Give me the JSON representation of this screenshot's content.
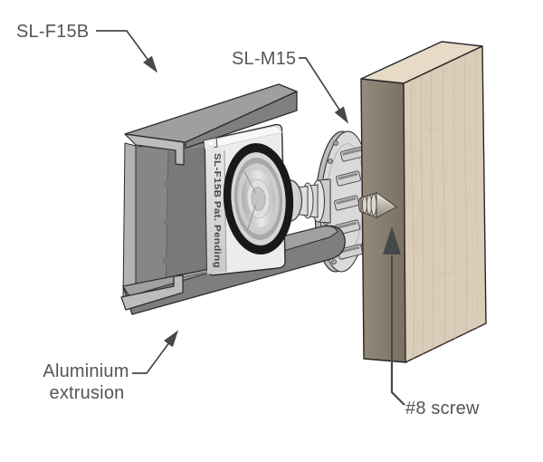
{
  "labels": {
    "f15b": "SL-F15B",
    "m15": "SL-M15",
    "extrusion_line1": "Aluminium",
    "extrusion_line2": "extrusion",
    "screw": "#8 screw"
  },
  "part_marking": "SL-F15B Pat. Pending",
  "colors": {
    "label_text": "#53555a",
    "leader": "#46484b",
    "wood_face": "#d9ccb8",
    "wood_top": "#e7dac6",
    "wood_side": "#877c6d",
    "aluminium_face": "#868686",
    "connector_body": "#ececec",
    "oring": "#191919",
    "disc_face": "#dadada"
  }
}
